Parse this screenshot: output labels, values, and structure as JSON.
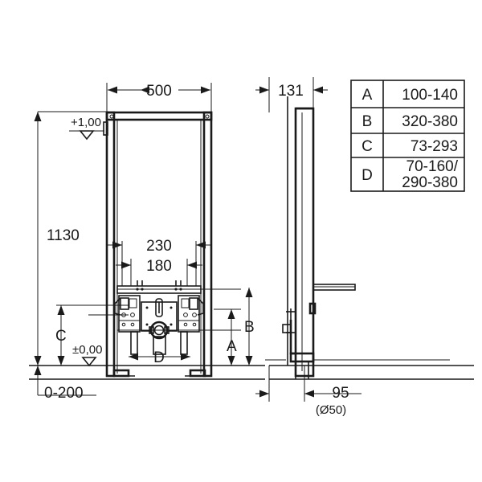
{
  "drawing": {
    "type": "technical-dimension-drawing",
    "subject": "wall-mounted sanitary installation frame, front elevation and side elevation",
    "units": "mm",
    "line_color": "#1a1a1a",
    "background_color": "#ffffff"
  },
  "front_view": {
    "width_dimension": "500",
    "height_dimension": "1130",
    "inner_dimension_upper": "230",
    "inner_dimension_lower": "180",
    "foot_spacing_label": "D",
    "bracket_height_label": "A",
    "bracket_span_label": "B",
    "lower_clearance_label": "C",
    "floor_offset_dimension": "0-200",
    "level_top": "+1,00",
    "level_zero": "±0,00"
  },
  "side_view": {
    "depth_dimension": "131",
    "outlet_offset_dimension": "95",
    "outlet_diameter": "(Ø50)"
  },
  "table": {
    "rows": [
      {
        "key": "A",
        "value": "100-140"
      },
      {
        "key": "B",
        "value": "320-380"
      },
      {
        "key": "C",
        "value": "73-293"
      },
      {
        "key": "D",
        "value": "70-160/\n290-380",
        "value_line1": "70-160/",
        "value_line2": "290-380"
      }
    ]
  }
}
